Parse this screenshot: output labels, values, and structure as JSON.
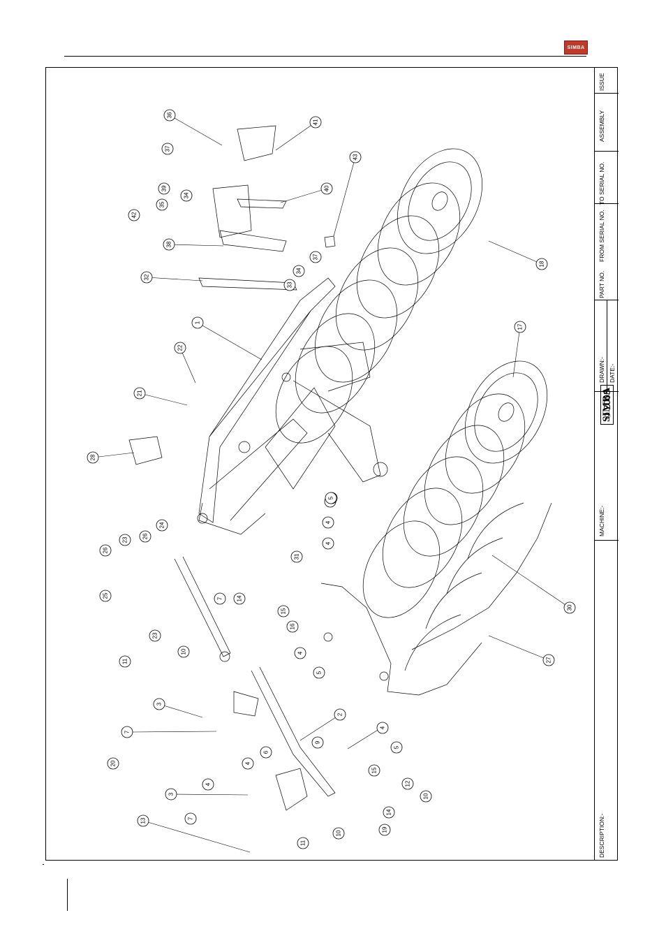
{
  "header": {
    "logo_text": "SIMBA"
  },
  "title_block": {
    "description_label": "DESCRIPTION:-",
    "machine_label": "MACHINE:-",
    "brand": "SIMBA",
    "copyright": "© 2005",
    "drawn_label": "DRAWN:-",
    "date_label": "DATE:-",
    "part_no_label": "PART NO.",
    "from_serial_label": "FROM SERIAL NO.",
    "to_serial_label": "TO SERIAL NO.",
    "assembly_label": "ASSEMBLY",
    "issue_label": "ISSUE"
  },
  "callouts": [
    "1",
    "2",
    "3",
    "3",
    "4",
    "4",
    "4",
    "4",
    "4",
    "4",
    "4",
    "5",
    "5",
    "5",
    "5",
    "6",
    "7",
    "7",
    "7",
    "9",
    "10",
    "10",
    "10",
    "11",
    "11",
    "12",
    "13",
    "14",
    "14",
    "15",
    "15",
    "16",
    "17",
    "18",
    "19",
    "20",
    "21",
    "22",
    "23",
    "23",
    "24",
    "25",
    "26",
    "26",
    "27",
    "28",
    "30",
    "31",
    "32",
    "33",
    "34",
    "34",
    "35",
    "36",
    "37",
    "37",
    "38",
    "39",
    "40",
    "41",
    "42",
    "43"
  ]
}
